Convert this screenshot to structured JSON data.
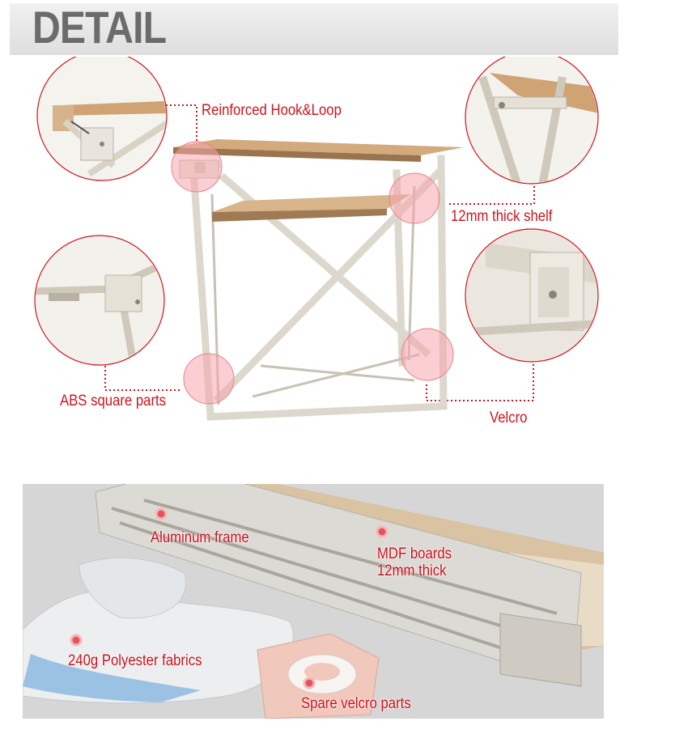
{
  "header": {
    "title": "DETAIL"
  },
  "callouts": {
    "reinforced": "Reinforced Hook&Loop",
    "shelf": "12mm thick shelf",
    "abs": "ABS square parts",
    "velcro": "Velcro"
  },
  "packing": {
    "aluminum": "Aluminum frame",
    "mdf_line1": "MDF boards",
    "mdf_line2": "12mm thick",
    "fabric": "240g Polyester fabrics",
    "spare": "Spare velcro parts"
  },
  "colors": {
    "accent_red": "#d0141e",
    "header_text": "#6b6b6b",
    "frame": "#e2ddd2",
    "wood": "#caa072"
  }
}
